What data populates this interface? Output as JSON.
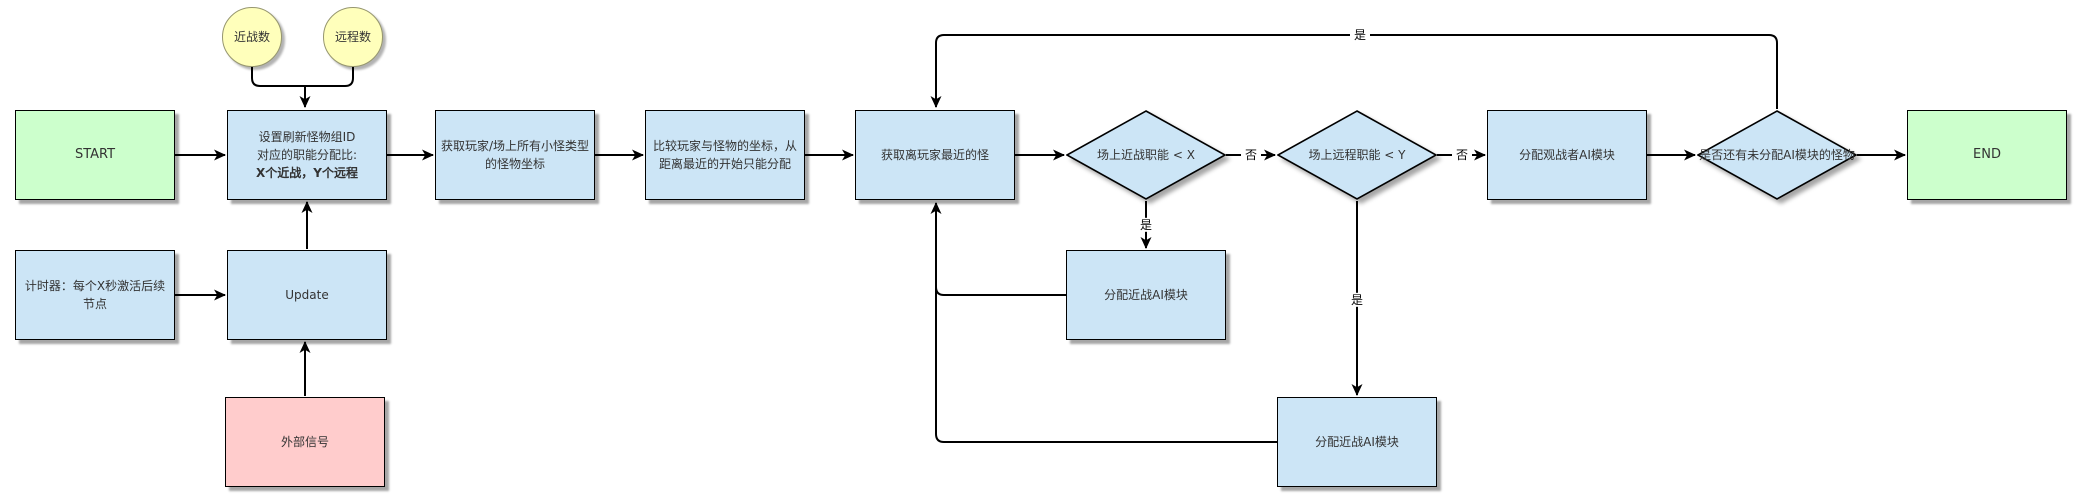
{
  "diagram": {
    "nodes": {
      "start": {
        "label": "START"
      },
      "melee_count": {
        "label": "近战数"
      },
      "ranged_count": {
        "label": "远程数"
      },
      "set_ratio": {
        "line1": "设置刷新怪物组ID",
        "line2": "对应的职能分配比:",
        "line3": "X个近战，Y个远程"
      },
      "timer": {
        "label": "计时器：每个X秒激活后续节点"
      },
      "update": {
        "label": "Update"
      },
      "external_signal": {
        "label": "外部信号"
      },
      "get_coords": {
        "label": "获取玩家/场上所有小怪类型的怪物坐标"
      },
      "compare": {
        "label": "比较玩家与怪物的坐标，从距离最近的开始只能分配"
      },
      "get_nearest": {
        "label": "获取离玩家最近的怪"
      },
      "melee_check": {
        "label": "场上近战职能 < X"
      },
      "ranged_check": {
        "label": "场上远程职能 < Y"
      },
      "assign_spectator": {
        "label": "分配观战者AI模块"
      },
      "remaining_check": {
        "label": "是否还有未分配AI模块的怪物"
      },
      "end": {
        "label": "END"
      },
      "assign_melee_1": {
        "label": "分配近战AI模块"
      },
      "assign_melee_2": {
        "label": "分配近战AI模块"
      }
    },
    "edge_labels": {
      "no_1": "否",
      "no_2": "否",
      "yes_1": "是",
      "yes_2": "是",
      "yes_top": "是"
    },
    "colors": {
      "terminal_fill": "#ccffcc",
      "process_fill": "#cce5f6",
      "signal_fill": "#ffcccc",
      "param_fill": "#ffffbb",
      "edge_stroke": "#000000",
      "text": "#333333"
    }
  }
}
